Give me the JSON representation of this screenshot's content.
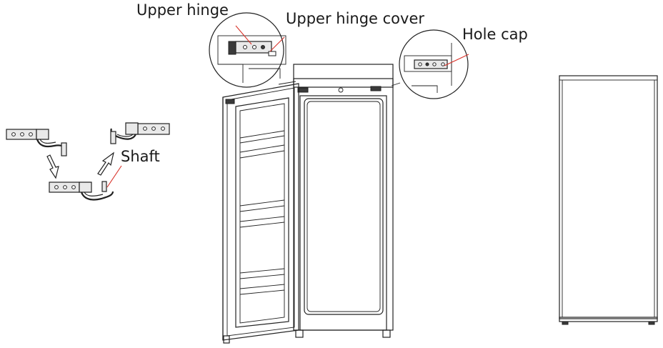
{
  "labels": {
    "upper_hinge": "Upper hinge",
    "upper_hinge_cover": "Upper hinge cover",
    "hole_cap": "Hole cap",
    "shaft": "Shaft"
  },
  "colors": {
    "leader_line": "#d9342b",
    "line_art": "#222222",
    "background": "#ffffff"
  },
  "icons": {
    "step_arrow_down": "hollow-arrow-down-icon",
    "step_arrow_up": "hollow-arrow-up-icon"
  }
}
